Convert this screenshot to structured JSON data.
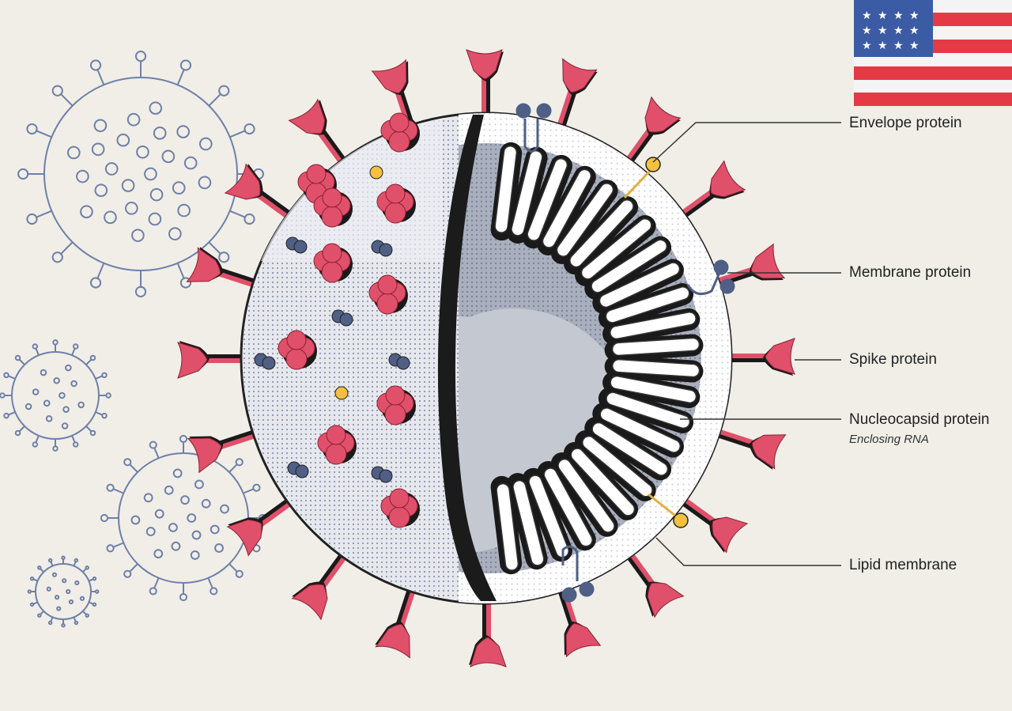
{
  "labels": {
    "envelope": "Envelope protein",
    "membrane": "Membrane protein",
    "spike": "Spike protein",
    "nucleocapsid": "Nucleocapsid protein",
    "nucleocapsid_sub": "Enclosing RNA",
    "lipid": "Lipid membrane"
  },
  "colors": {
    "background": "#f0eee7",
    "spike": "#e0506a",
    "spike_shadow": "#1a1a1a",
    "membrane_protein": "#4f5f86",
    "envelope_protein": "#f5c040",
    "lipid_membrane": "#ffffff",
    "nucleocapsid": "#b9bec8",
    "small_virus_outline": "#6f80a8",
    "flag_red": "#e63946",
    "flag_blue": "#3b5ba5"
  },
  "icons": {
    "flag": "us-flag-icon",
    "small_viruses": "virus-outline-icon"
  }
}
